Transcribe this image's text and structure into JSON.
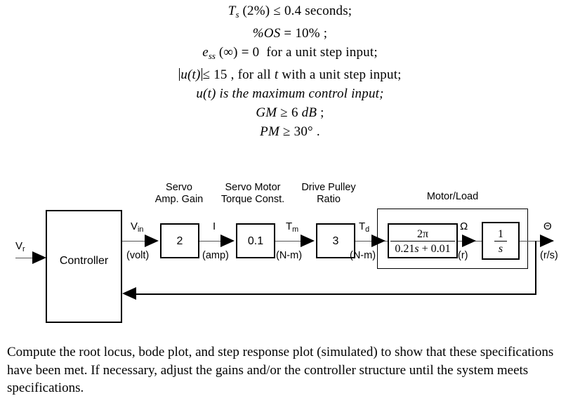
{
  "specs": {
    "lines": [
      {
        "id": "settling-time",
        "text": "Ts (2%) ≤ 0.4 seconds;"
      },
      {
        "id": "percent-overshoot",
        "text": "%OS = 10% ;"
      },
      {
        "id": "steady-state-error",
        "text": "ess (∞) = 0  for a unit step input;"
      },
      {
        "id": "control-effort",
        "text": "|u(t)| ≤ 15 , for all t with a unit step input;"
      },
      {
        "id": "control-input-note",
        "text": "u(t) is the maximum control input;"
      },
      {
        "id": "gain-margin",
        "text": "GM ≥ 6 dB ;"
      },
      {
        "id": "phase-margin",
        "text": "PM ≥ 30° ."
      }
    ],
    "parts": {
      "Ts_base": "T",
      "Ts_sub": "s",
      "Ts_rest": "(2%)",
      "le": "≤",
      "settling_value": "0.4 seconds;",
      "os_label": "%OS",
      "eq": "=",
      "os_value": "10%",
      "semicolon": ";",
      "ess_base": "e",
      "ess_sub": "ss",
      "ess_arg": "(∞)",
      "ess_value": "0",
      "ess_tail": "for a unit step input;",
      "u_of_t": "u(t)",
      "u_limit": "15",
      "u_tail_1": ",",
      "u_tail_2": "for all",
      "u_tail_t": "t",
      "u_tail_3": "with a unit step input;",
      "u_note": "u(t) is the maximum control input;",
      "gm_label": "GM",
      "ge": "≥",
      "gm_value": "6",
      "gm_unit": "dB",
      "pm_label": "PM",
      "pm_value": "30°",
      "period": "."
    }
  },
  "diagram": {
    "group_labels": {
      "servo_amp": {
        "line1": "Servo",
        "line2": "Amp. Gain"
      },
      "servo_motor": {
        "line1": "Servo Motor",
        "line2": "Torque Const."
      },
      "drive_pulley": {
        "line1": "Drive Pulley",
        "line2": "Ratio"
      },
      "motor_load": {
        "line1": "Motor/Load"
      }
    },
    "blocks": {
      "controller": {
        "label": "Controller"
      },
      "servo_amp_gain": {
        "value": "2"
      },
      "torque_const": {
        "value": "0.1"
      },
      "pulley_ratio": {
        "value": "3"
      },
      "motor_tf": {
        "numerator": "2π",
        "denominator": "0.21s + 0.01",
        "den_coef": "0.21",
        "den_var": "s",
        "den_tail": "+ 0.01"
      },
      "integrator": {
        "numerator": "1",
        "denominator": "s"
      }
    },
    "signals": [
      {
        "id": "reference",
        "name": "V",
        "sub": "r",
        "unit": ""
      },
      {
        "id": "control-voltage",
        "name": "V",
        "sub": "in",
        "unit": "(volt)"
      },
      {
        "id": "current",
        "name": "I",
        "sub": "",
        "unit": "(amp)"
      },
      {
        "id": "motor-torque",
        "name": "T",
        "sub": "m",
        "unit": "(N-m)"
      },
      {
        "id": "drive-torque",
        "name": "T",
        "sub": "d",
        "unit": "(N-m)"
      },
      {
        "id": "angular-velocity",
        "name": "Ω",
        "sub": "",
        "unit": "(r)"
      },
      {
        "id": "angular-position",
        "name": "Θ",
        "sub": "",
        "unit": "(r/s)"
      }
    ]
  },
  "instructions": {
    "paragraph": "Compute the root locus, bode plot, and step response plot (simulated) to show that these specifications have been met. If necessary, adjust the gains and/or the controller structure until the system meets specifications."
  }
}
